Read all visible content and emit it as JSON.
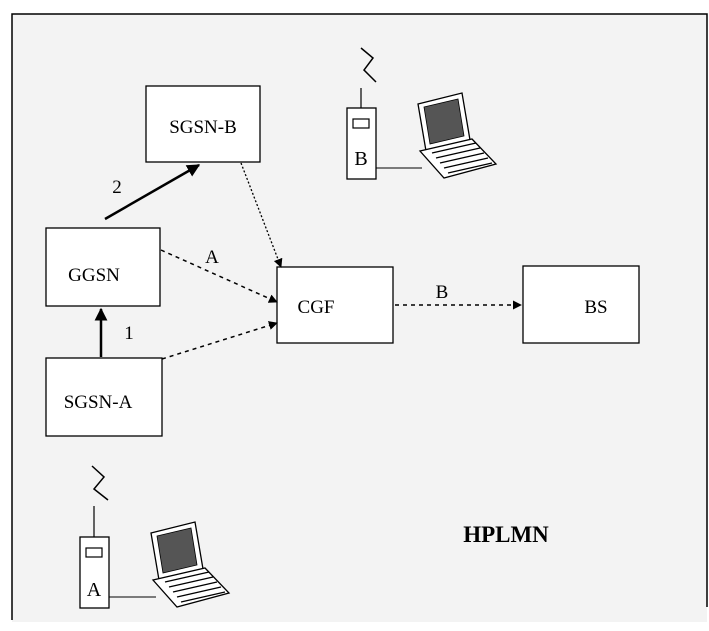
{
  "diagram": {
    "region_label": "HPLMN",
    "nodes": {
      "sgsn_b": "SGSN-B",
      "ggsn": "GGSN",
      "sgsn_a": "SGSN-A",
      "cgf": "CGF",
      "bs": "BS"
    },
    "edge_labels": {
      "step_2": "2",
      "step_1": "1",
      "interface_a": "A",
      "interface_b": "B"
    },
    "terminals": {
      "terminal_a": "A",
      "terminal_b": "B"
    }
  },
  "colors": {
    "background": "#ffffff",
    "region_fill": "#f3f3f3",
    "stroke": "#000000",
    "box_fill": "#ffffff",
    "screen_fill": "#555555"
  }
}
